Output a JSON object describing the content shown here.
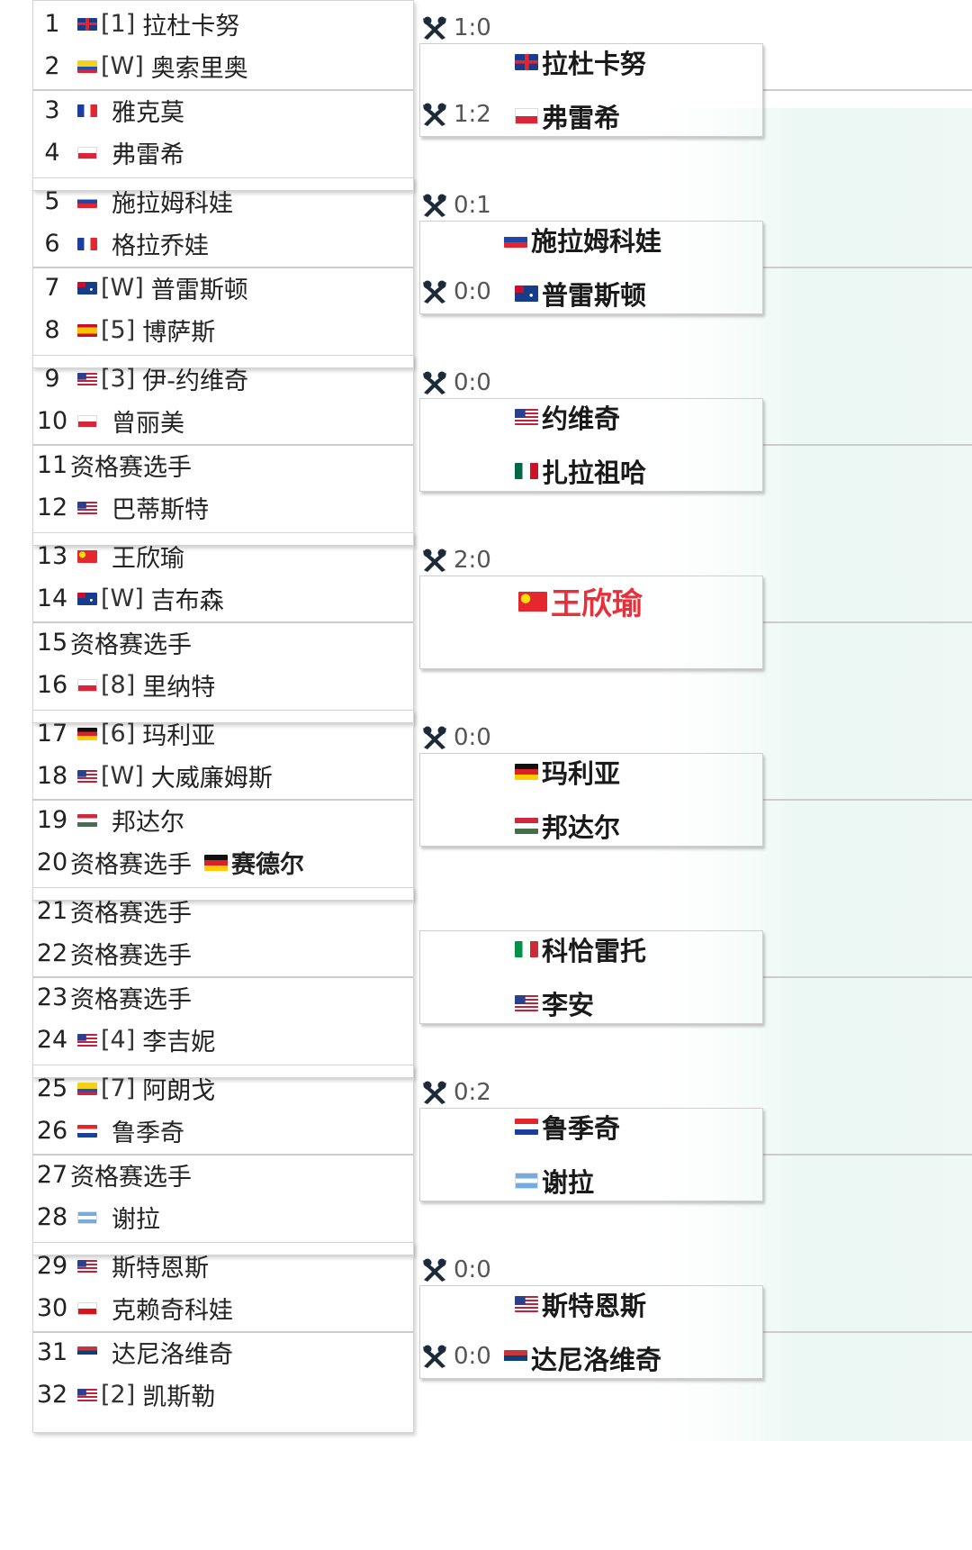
{
  "colors": {
    "highlight_red": "#e8303a",
    "line_gray": "#cccccc",
    "text": "#222222"
  },
  "draw": [
    {
      "players": [
        {
          "num": "1",
          "flag": "uk",
          "seed": "[1]",
          "name": "拉杜卡努"
        },
        {
          "num": "2",
          "flag": "colombia",
          "seed": "[W]",
          "name": "奥索里奥"
        },
        {
          "num": "3",
          "flag": "france",
          "seed": "",
          "name": "雅克莫"
        },
        {
          "num": "4",
          "flag": "poland",
          "seed": "",
          "name": "弗雷希"
        }
      ],
      "scores": [
        "1:0",
        "1:2"
      ],
      "winners": [
        {
          "name": "拉杜卡努",
          "flag": "uk"
        },
        {
          "name": "弗雷希",
          "flag": "poland"
        }
      ]
    },
    {
      "players": [
        {
          "num": "5",
          "flag": "slovakia",
          "seed": "",
          "name": "施拉姆科娃"
        },
        {
          "num": "6",
          "flag": "france",
          "seed": "",
          "name": "格拉乔娃"
        },
        {
          "num": "7",
          "flag": "australia",
          "seed": "[W]",
          "name": "普雷斯顿"
        },
        {
          "num": "8",
          "flag": "spain",
          "seed": "[5]",
          "name": "博萨斯"
        }
      ],
      "scores": [
        "0:1",
        "0:0"
      ],
      "winners": [
        {
          "name": "施拉姆科娃",
          "flag": "slovakia"
        },
        {
          "name": "普雷斯顿",
          "flag": "australia"
        }
      ]
    },
    {
      "players": [
        {
          "num": "9",
          "flag": "usa",
          "seed": "[3]",
          "name": "伊-约维奇"
        },
        {
          "num": "10",
          "flag": "poland",
          "seed": "",
          "name": "曾丽美"
        },
        {
          "num": "11",
          "flag": "",
          "seed": "",
          "name": "资格赛选手"
        },
        {
          "num": "12",
          "flag": "usa",
          "seed": "",
          "name": "巴蒂斯特"
        }
      ],
      "scores": [
        "0:0"
      ],
      "winners": [
        {
          "name": "约维奇",
          "flag": "usa"
        },
        {
          "name": "扎拉祖哈",
          "flag": "mexico"
        }
      ]
    },
    {
      "players": [
        {
          "num": "13",
          "flag": "china",
          "seed": "",
          "name": "王欣瑜"
        },
        {
          "num": "14",
          "flag": "australia",
          "seed": "[W]",
          "name": "吉布森"
        },
        {
          "num": "15",
          "flag": "",
          "seed": "",
          "name": "资格赛选手"
        },
        {
          "num": "16",
          "flag": "poland",
          "seed": "[8]",
          "name": "里纳特"
        }
      ],
      "scores": [
        "2:0"
      ],
      "winners": [
        {
          "name": "王欣瑜",
          "flag": "china"
        }
      ]
    },
    {
      "players": [
        {
          "num": "17",
          "flag": "germany",
          "seed": "[6]",
          "name": "玛利亚"
        },
        {
          "num": "18",
          "flag": "usa",
          "seed": "[W]",
          "name": "大威廉姆斯"
        },
        {
          "num": "19",
          "flag": "hungary",
          "seed": "",
          "name": "邦达尔"
        },
        {
          "num": "20",
          "flag": "",
          "seed": "",
          "name": "资格赛选手",
          "extra": {
            "name": "赛德尔",
            "flag": "germany"
          }
        }
      ],
      "scores": [
        "0:0"
      ],
      "winners": [
        {
          "name": "玛利亚",
          "flag": "germany"
        },
        {
          "name": "邦达尔",
          "flag": "hungary"
        }
      ]
    },
    {
      "players": [
        {
          "num": "21",
          "flag": "",
          "seed": "",
          "name": "资格赛选手"
        },
        {
          "num": "22",
          "flag": "",
          "seed": "",
          "name": "资格赛选手"
        },
        {
          "num": "23",
          "flag": "",
          "seed": "",
          "name": "资格赛选手"
        },
        {
          "num": "24",
          "flag": "usa",
          "seed": "[4]",
          "name": "李吉妮"
        }
      ],
      "scores": [],
      "winners": [
        {
          "name": "科恰雷托",
          "flag": "italy"
        },
        {
          "name": "李安",
          "flag": "usa"
        }
      ]
    },
    {
      "players": [
        {
          "num": "25",
          "flag": "colombia",
          "seed": "[7]",
          "name": "阿朗戈"
        },
        {
          "num": "26",
          "flag": "croatia",
          "seed": "",
          "name": "鲁季奇"
        },
        {
          "num": "27",
          "flag": "",
          "seed": "",
          "name": "资格赛选手"
        },
        {
          "num": "28",
          "flag": "argentina",
          "seed": "",
          "name": "谢拉"
        }
      ],
      "scores": [
        "0:2"
      ],
      "winners": [
        {
          "name": "鲁季奇",
          "flag": "croatia"
        },
        {
          "name": "谢拉",
          "flag": "argentina"
        }
      ]
    },
    {
      "players": [
        {
          "num": "29",
          "flag": "usa",
          "seed": "",
          "name": "斯特恩斯"
        },
        {
          "num": "30",
          "flag": "czech",
          "seed": "",
          "name": "克赖奇科娃"
        },
        {
          "num": "31",
          "flag": "serbia",
          "seed": "",
          "name": "达尼洛维奇"
        },
        {
          "num": "32",
          "flag": "usa",
          "seed": "[2]",
          "name": "凯斯勒"
        }
      ],
      "scores": [
        "0:0",
        "0:0"
      ],
      "winners": [
        {
          "name": "斯特恩斯",
          "flag": "usa"
        },
        {
          "name": "达尼洛维奇",
          "flag": "serbia"
        }
      ]
    }
  ]
}
